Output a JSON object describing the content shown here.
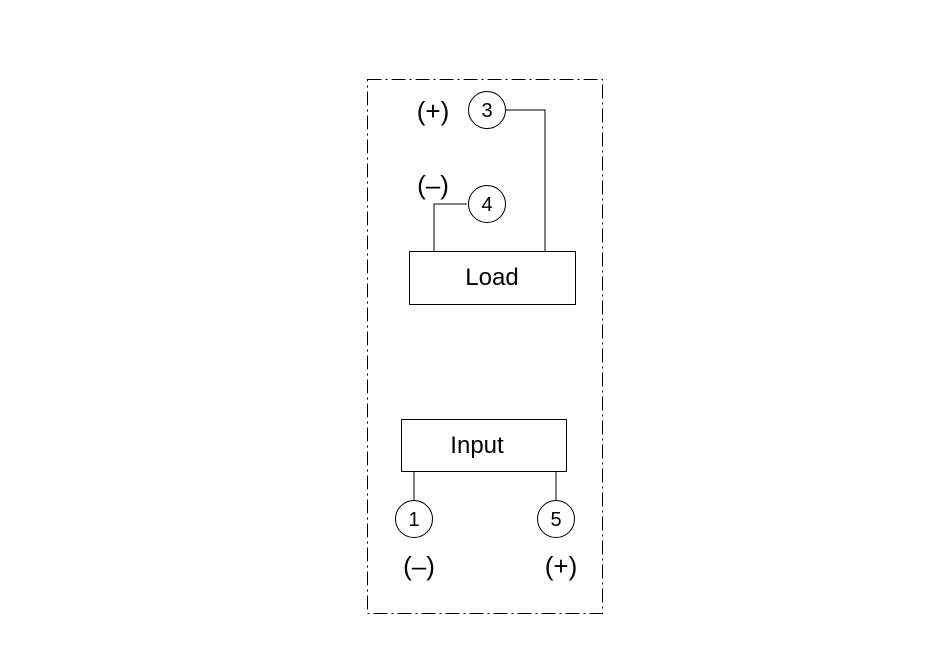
{
  "diagram": {
    "load_label": "Load",
    "input_label": "Input",
    "terminals": {
      "t3": {
        "number": "3",
        "polarity": "(+)"
      },
      "t4": {
        "number": "4",
        "polarity": "(–)"
      },
      "t1": {
        "number": "1",
        "polarity": "(–)"
      },
      "t5": {
        "number": "5",
        "polarity": "(+)"
      }
    }
  }
}
